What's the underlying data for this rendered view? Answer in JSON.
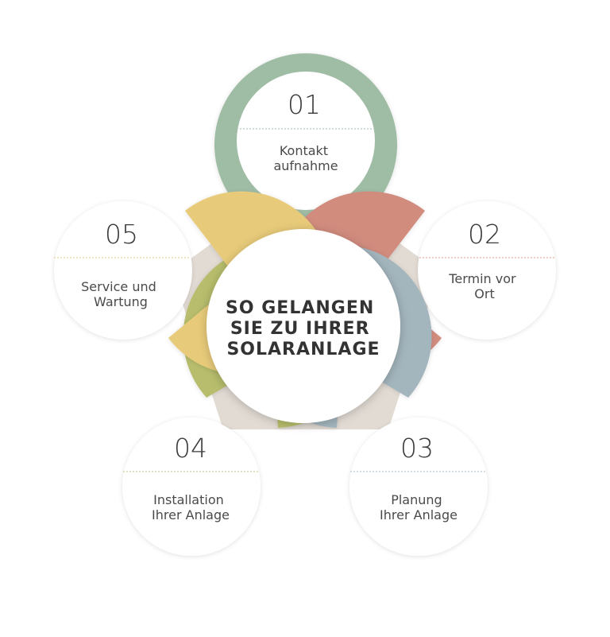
{
  "center": {
    "title_lines": [
      "SO GELANGEN",
      "SIE ZU IHRER",
      "SOLARANLAGE"
    ]
  },
  "colors": {
    "pentagon": "#e2dbd4",
    "center_bg": "#ffffff",
    "divider": "#c8c8c8"
  },
  "steps": [
    {
      "number": "01",
      "lines": [
        "Kontakt",
        "aufnahme"
      ],
      "color": "#9fbca5"
    },
    {
      "number": "02",
      "lines": [
        "Termin vor",
        "Ort"
      ],
      "color": "#d18c7e"
    },
    {
      "number": "03",
      "lines": [
        "Planung",
        "Ihrer Anlage"
      ],
      "color": "#a3b5bd"
    },
    {
      "number": "04",
      "lines": [
        "Installation",
        "Ihrer Anlage"
      ],
      "color": "#b7bd6c"
    },
    {
      "number": "05",
      "lines": [
        "Service und",
        "Wartung"
      ],
      "color": "#e8cb7a"
    }
  ]
}
